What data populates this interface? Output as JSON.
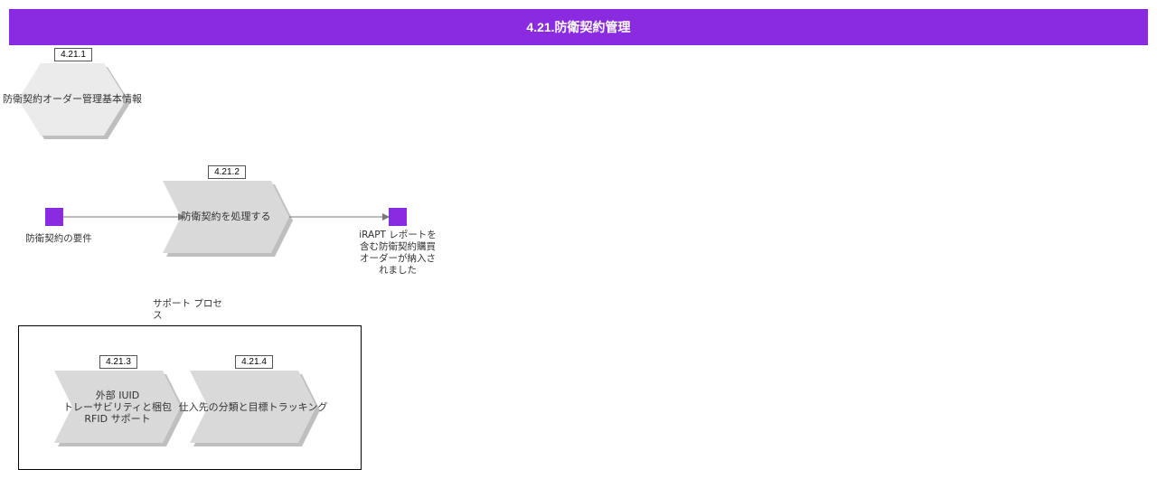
{
  "header": {
    "title": "4.21.防衛契約管理",
    "color": "#8a2be2"
  },
  "diagram": {
    "info_object": {
      "id": "4.21.1",
      "label": "防衛契約オーダー管理基本情報"
    },
    "main_process": {
      "id": "4.21.2",
      "label": "防衛契約を処理する"
    },
    "start_event": {
      "label": "防衛契約の要件"
    },
    "end_event": {
      "label_lines": [
        "iRAPT レポートを",
        "含む防衛契約購買",
        "オーダーが納入さ",
        "れました"
      ]
    },
    "support": {
      "label_lines": [
        "サポート プロセ",
        "ス"
      ],
      "processes": [
        {
          "id": "4.21.3",
          "label_lines": [
            "外部 IUID",
            "トレーサビリティと梱包",
            "RFID サポート"
          ]
        },
        {
          "id": "4.21.4",
          "label_lines": [
            "仕入先の分類と目標トラッキング"
          ]
        }
      ]
    },
    "colors": {
      "event": "#8a2be2",
      "shape_fill": "#d9d9d9",
      "info_fill": "#ebebeb",
      "shadow": "#bfbfbf",
      "connector": "#777777"
    }
  }
}
